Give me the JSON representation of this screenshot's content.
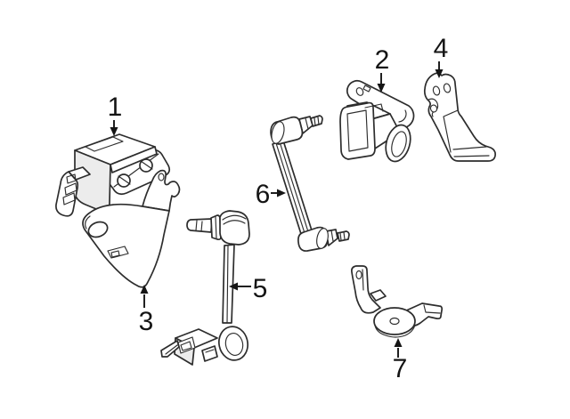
{
  "diagram": {
    "background_color": "#ffffff",
    "line_color": "#2d2d2d",
    "label_color": "#141414",
    "callouts": [
      {
        "number": "1",
        "arrow_direction": "down"
      },
      {
        "number": "2",
        "arrow_direction": "down"
      },
      {
        "number": "3",
        "arrow_direction": "up"
      },
      {
        "number": "4",
        "arrow_direction": "down"
      },
      {
        "number": "5",
        "arrow_direction": "left"
      },
      {
        "number": "6",
        "arrow_direction": "right"
      },
      {
        "number": "7",
        "arrow_direction": "up"
      }
    ]
  }
}
